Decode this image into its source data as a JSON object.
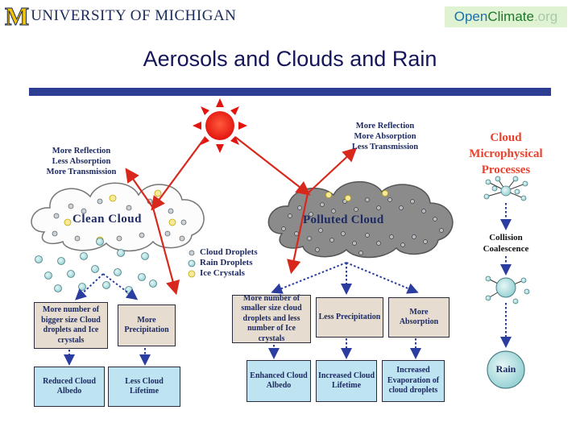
{
  "header": {
    "logo_m": "M",
    "logo_text": "UNIVERSITY OF MICHIGAN",
    "oc_open": "Open",
    "oc_climate": "Climate",
    "oc_org": ".org"
  },
  "title": "Aerosols and Clouds and Rain",
  "clean": {
    "top_label": [
      "More Reflection",
      "Less Absorption",
      "More Transmission"
    ],
    "cloud_label": "Clean Cloud",
    "box1": "More number of bigger size Cloud droplets and Ice crystals",
    "box2": "More Precipitation",
    "box3": "Reduced Cloud Albedo",
    "box4": "Less Cloud Lifetime"
  },
  "polluted": {
    "top_label": [
      "More Reflection",
      "More Absorption",
      "Less Transmission"
    ],
    "cloud_label": "Polluted Cloud",
    "box1": "More number of smaller size cloud droplets and less number of Ice crystals",
    "box2": "Less Precipitation",
    "box3": "More Absorption",
    "box4": "Enhanced Cloud Albedo",
    "box5": "Increased Cloud Lifetime",
    "box6": "Increased Evaporation of cloud droplets"
  },
  "legend": {
    "droplets": "Cloud Droplets",
    "rain": "Rain Droplets",
    "ice": "Ice Crystals"
  },
  "micro": {
    "title": [
      "Cloud",
      "Microphysical",
      "Processes"
    ],
    "step": [
      "Collision",
      "Coalescence"
    ],
    "rain": "Rain"
  },
  "colors": {
    "navy_text": "#1d2a63",
    "red_title": "#e8412c",
    "arrow_red": "#d8281c",
    "arrow_blue": "#2b3d9e",
    "tan_box": "#e6ddd0",
    "blue_box": "#bfe4f1"
  }
}
